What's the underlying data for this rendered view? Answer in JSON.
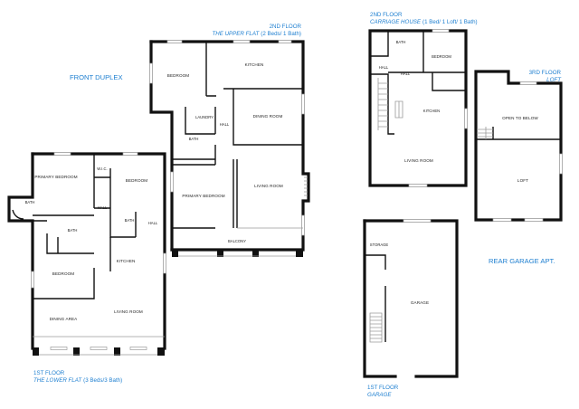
{
  "colors": {
    "wall": "#111111",
    "label": "#1e7fd0",
    "background": "#ffffff"
  },
  "sections": {
    "front_duplex": "FRONT DUPLEX",
    "rear_garage_apt": "REAR GARAGE APT."
  },
  "floors": {
    "second_upper": {
      "title": "2ND FLOOR",
      "subtitle_name": "THE UPPER FLAT",
      "subtitle_detail": "(2 Beds/ 1 Bath)"
    },
    "first_lower": {
      "title": "1ST FLOOR",
      "subtitle_name": "THE LOWER FLAT",
      "subtitle_detail": "(3 Beds/3 Bath)"
    },
    "second_carriage": {
      "title": "2ND FLOOR",
      "subtitle_name": "CARRIAGE HOUSE",
      "subtitle_detail": "(1 Bed/ 1 Loft/ 1 Bath)"
    },
    "third_loft": {
      "title": "3RD FLOOR",
      "subtitle_name": "LOFT"
    },
    "first_garage": {
      "title": "1ST FLOOR",
      "subtitle_name": "GARAGE"
    }
  },
  "rooms": {
    "upper": {
      "bedroom": "BEDROOM",
      "kitchen": "KITCHEN",
      "laundry": "LAUNDRY",
      "hall": "HALL",
      "dining_room": "DINING ROOM",
      "bath": "BATH",
      "primary_bedroom": "PRIMARY BEDROOM",
      "living_room": "LIVING ROOM",
      "balcony": "BALCONY"
    },
    "lower": {
      "primary_bedroom": "PRIMARY BEDROOM",
      "wic": "W.I.C.",
      "bedroom_right": "BEDROOM",
      "bath_left": "BATH",
      "hall_a": "HALL",
      "bath_mid": "BATH",
      "hall_b": "HALL",
      "bath_lower": "BATH",
      "kitchen": "KITCHEN",
      "bedroom_left": "BEDROOM",
      "dining_area": "DINING AREA",
      "living_room": "LIVING ROOM"
    },
    "carriage": {
      "bath": "BATH",
      "bedroom": "BEDROOM",
      "hall_a": "HALL",
      "hall_b": "HALL",
      "kitchen": "KITCHEN",
      "living_room": "LIVING ROOM"
    },
    "loft": {
      "open_to_below": "OPEN TO BELOW",
      "loft": "LOFT"
    },
    "garage": {
      "storage": "STORAGE",
      "garage": "GARAGE"
    }
  }
}
